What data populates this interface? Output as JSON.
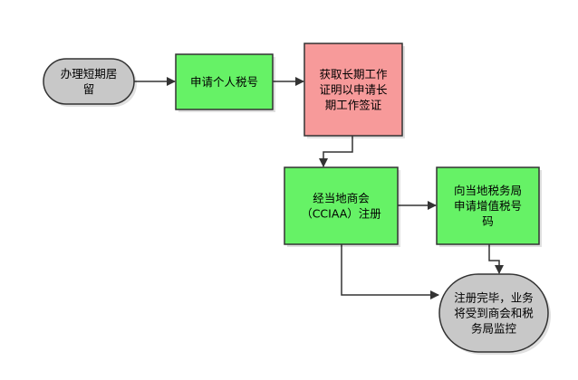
{
  "colors": {
    "start_fill": "#c8c8c8",
    "step_fill": "#66f266",
    "highlight_fill": "#f79a9a",
    "end_fill": "#c8c8c8",
    "stroke": "#333333",
    "background": "#ffffff"
  },
  "nodes": {
    "short_residence": {
      "kind": "start",
      "lines": [
        "办理短期居",
        "留"
      ]
    },
    "personal_tax_id": {
      "kind": "step",
      "lines": [
        "申请个人税号"
      ]
    },
    "long_term_work_permit": {
      "kind": "highlight",
      "lines": [
        "获取长期工作",
        "证明以申请长",
        "期工作签证"
      ]
    },
    "cciaa_registration": {
      "kind": "step",
      "lines": [
        "经当地商会",
        "（CCIAA）注册"
      ]
    },
    "vat_number": {
      "kind": "step",
      "lines": [
        "向当地税务局",
        "申请增值税号",
        "码"
      ]
    },
    "registration_complete": {
      "kind": "end",
      "lines": [
        "注册完毕，业务",
        "将受到商会和税",
        "务局监控"
      ]
    }
  },
  "edges": [
    {
      "from": "short_residence",
      "to": "personal_tax_id"
    },
    {
      "from": "personal_tax_id",
      "to": "long_term_work_permit"
    },
    {
      "from": "long_term_work_permit",
      "to": "cciaa_registration"
    },
    {
      "from": "cciaa_registration",
      "to": "vat_number"
    },
    {
      "from": "vat_number",
      "to": "registration_complete"
    },
    {
      "from": "cciaa_registration",
      "to": "registration_complete"
    }
  ]
}
